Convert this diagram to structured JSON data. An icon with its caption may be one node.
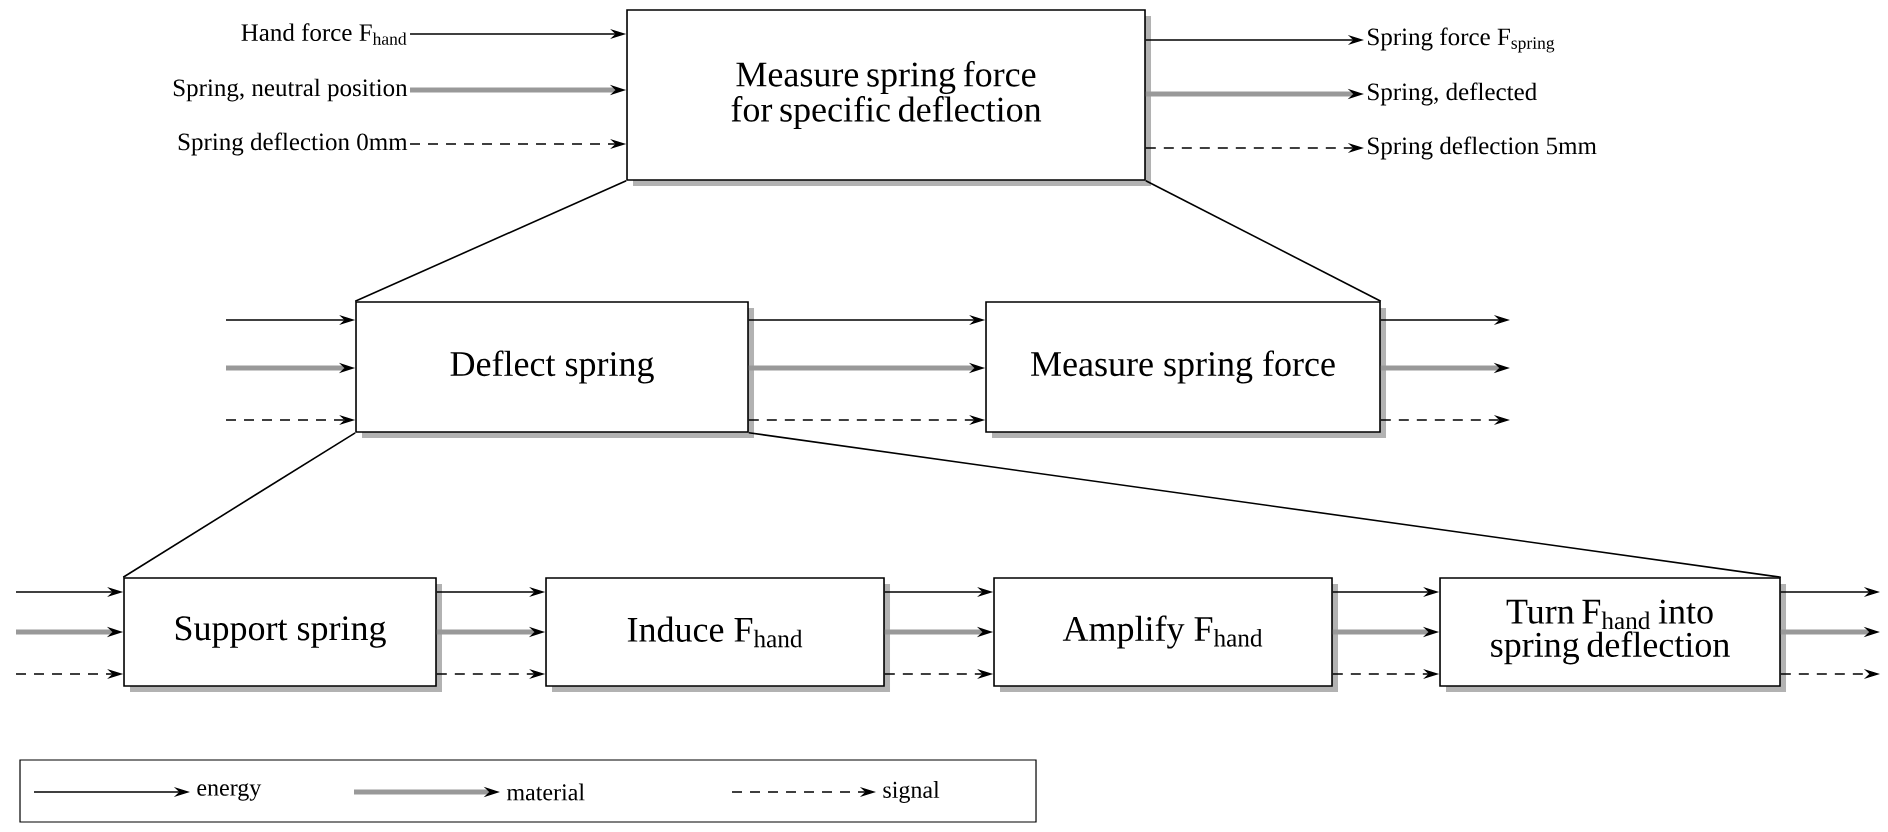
{
  "diagram": {
    "nodes": [
      {
        "text": [
          "Measure spring force for specific deflection"
        ]
      },
      {
        "text": [
          "Hand force F$_{hand}$"
        ]
      },
      {
        "text": [
          "Spring, neutral position"
        ]
      },
      {
        "text": [
          "Spring deflection 0mm"
        ]
      },
      {
        "text": [
          "Spring force F$_{spring}$"
        ]
      },
      {
        "text": [
          "Spring, deflected"
        ]
      },
      {
        "text": [
          "Spring deflection 5mm"
        ]
      },
      {
        "text": [
          "Deflect spring"
        ]
      },
      {
        "text": [
          "Measure spring force"
        ]
      },
      {
        "text": [
          "Support spring"
        ]
      },
      {
        "text": [
          "Induce F$_{hand}$"
        ]
      },
      {
        "text": [
          "Amplify F$_{hand}$"
        ]
      },
      {
        "text": [
          "Turn F$_{hand}$ into spring deflection"
        ]
      }
    ],
    "edges": [
      {
        "from": 1,
        "to": 0,
        "arrow": "to"
      },
      {
        "from": 2,
        "to": 0,
        "arrow": "to",
        "style": "thick",
        "color": "#999999"
      },
      {
        "from": 3,
        "to": 0,
        "arrow": "to",
        "style": "dashed"
      },
      {
        "from": 0,
        "to": 4,
        "arrow": "to"
      },
      {
        "from": 0,
        "to": 5,
        "arrow": "to",
        "style": "thick",
        "color": "#999999"
      },
      {
        "from": 0,
        "to": 6,
        "arrow": "to",
        "style": "dashed"
      },
      {
        "from": 0,
        "to": 7,
        "arrow": "none"
      },
      {
        "from": 0,
        "to": 8,
        "arrow": "none"
      },
      {
        "from": null,
        "to": 7,
        "arrow": "to"
      },
      {
        "from": null,
        "to": 7,
        "arrow": "to",
        "style": "thick",
        "color": "#999999"
      },
      {
        "from": null,
        "to": 7,
        "arrow": "to",
        "style": "dashed"
      },
      {
        "from": 7,
        "to": 8,
        "arrow": "to"
      },
      {
        "from": 7,
        "to": 8,
        "arrow": "to",
        "style": "thick",
        "color": "#999999"
      },
      {
        "from": 7,
        "to": 8,
        "arrow": "to",
        "style": "dashed"
      },
      {
        "from": 8,
        "to": null,
        "arrow": "to"
      },
      {
        "from": 8,
        "to": null,
        "arrow": "to",
        "style": "thick",
        "color": "#999999"
      },
      {
        "from": 8,
        "to": null,
        "arrow": "to",
        "style": "dashed"
      },
      {
        "from": 7,
        "to": 9,
        "arrow": "none"
      },
      {
        "from": 7,
        "to": 12,
        "arrow": "none"
      },
      {
        "from": null,
        "to": 9,
        "arrow": "to"
      },
      {
        "from": null,
        "to": 9,
        "arrow": "to",
        "style": "thick",
        "color": "#999999"
      },
      {
        "from": null,
        "to": 9,
        "arrow": "to",
        "style": "dashed"
      },
      {
        "from": 9,
        "to": 10,
        "arrow": "to"
      },
      {
        "from": 9,
        "to": 10,
        "arrow": "to",
        "style": "thick",
        "color": "#999999"
      },
      {
        "from": 9,
        "to": 10,
        "arrow": "to",
        "style": "dashed"
      },
      {
        "from": 10,
        "to": 11,
        "arrow": "to"
      },
      {
        "from": 10,
        "to": 11,
        "arrow": "to",
        "style": "thick",
        "color": "#999999"
      },
      {
        "from": 10,
        "to": 11,
        "arrow": "to",
        "style": "dashed"
      },
      {
        "from": 11,
        "to": 12,
        "arrow": "to"
      },
      {
        "from": 11,
        "to": 12,
        "arrow": "to",
        "style": "thick",
        "color": "#999999"
      },
      {
        "from": 11,
        "to": 12,
        "arrow": "to",
        "style": "dashed"
      },
      {
        "from": 12,
        "to": null,
        "arrow": "to"
      },
      {
        "from": 12,
        "to": null,
        "arrow": "to",
        "style": "thick",
        "color": "#999999"
      },
      {
        "from": 12,
        "to": null,
        "arrow": "to",
        "style": "dashed"
      }
    ],
    "legend": [
      {
        "text": "energy"
      },
      {
        "text": "material"
      },
      {
        "text": "signal"
      }
    ]
  }
}
